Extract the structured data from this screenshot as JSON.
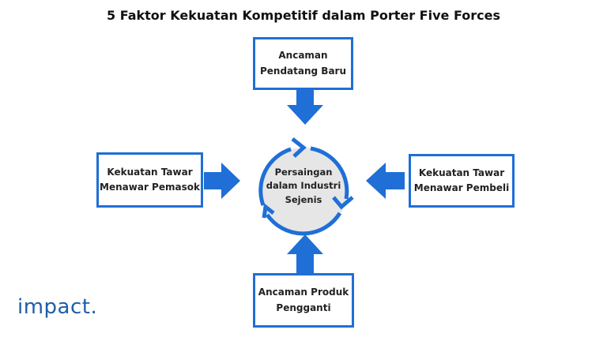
{
  "title": "5 Faktor Kekuatan Kompetitif dalam Porter Five Forces",
  "center": {
    "lines": [
      "Persaingan",
      "dalam Industri",
      "Sejenis"
    ]
  },
  "forces": {
    "top": {
      "lines": [
        "Ancaman",
        "Pendatang Baru"
      ]
    },
    "left": {
      "lines": [
        "Kekuatan Tawar",
        "Menawar Pemasok"
      ]
    },
    "right": {
      "lines": [
        "Kekuatan Tawar",
        "Menawar Pembeli"
      ]
    },
    "bottom": {
      "lines": [
        "Ancaman Produk",
        "Pengganti"
      ]
    }
  },
  "logo": "impact.",
  "colors": {
    "accent": "#1f6fd6",
    "center_fill": "#e6e6e6",
    "logo": "#1d5fa8"
  }
}
